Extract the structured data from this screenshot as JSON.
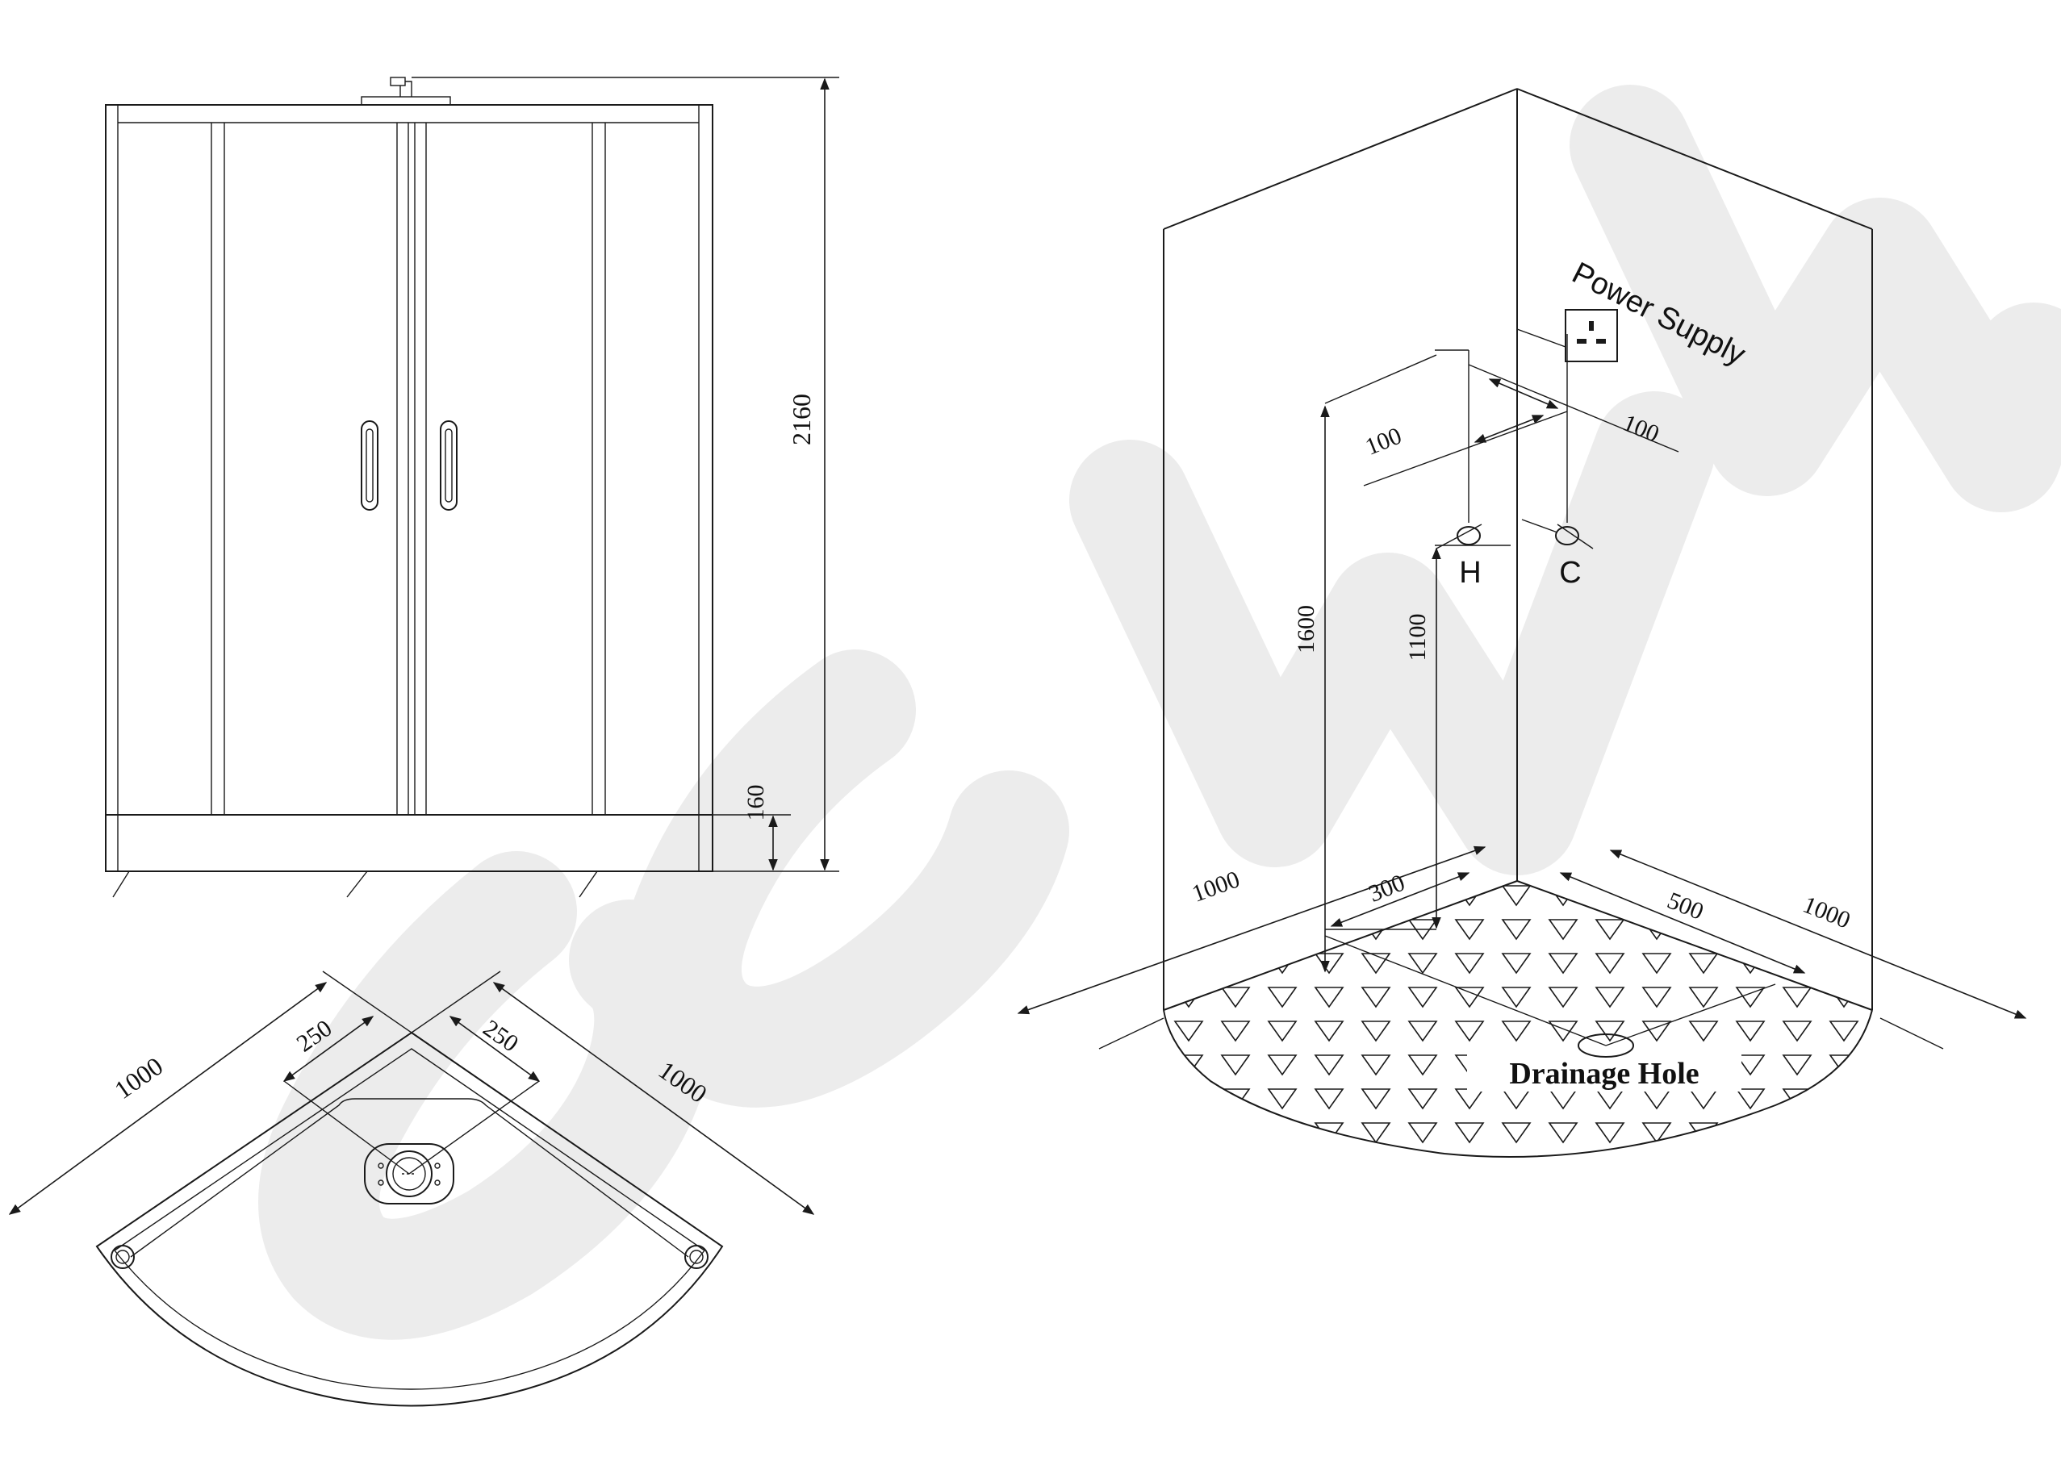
{
  "watermark": {
    "text": "SSWW",
    "color": "#ececec"
  },
  "front_view": {
    "overall_height": "2160",
    "tray_height": "160"
  },
  "top_view": {
    "side_left": "1000",
    "side_right": "1000",
    "drain_offset_left": "250",
    "drain_offset_right": "250"
  },
  "iso_view": {
    "power_supply_label": "Power Supply",
    "hot_label": "H",
    "cold_label": "C",
    "drainage_label": "Drainage Hole",
    "offset_left": "100",
    "offset_right": "100",
    "power_height": "1600",
    "pipe_height": "1100",
    "floor_offset": "300",
    "floor_depth": "500",
    "base_left": "1000",
    "base_right": "1000"
  },
  "colors": {
    "line": "#1a1a1a",
    "background": "#ffffff"
  }
}
